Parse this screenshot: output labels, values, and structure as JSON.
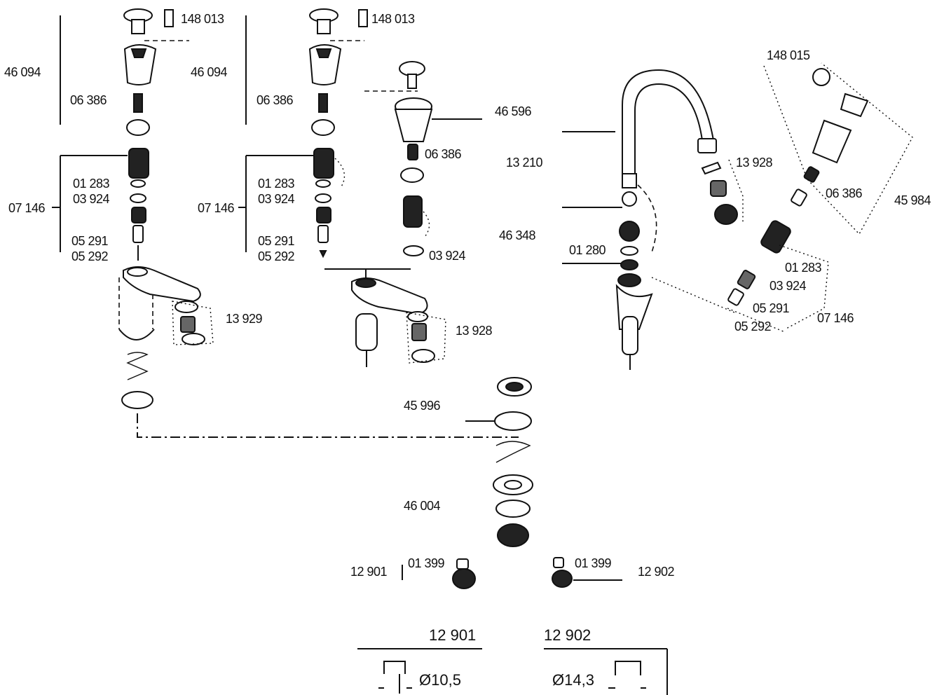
{
  "labels": {
    "l_48013_a": "148 013",
    "l_48013_b": "148 013",
    "l_48015": "148 015",
    "l_46094_a": "46 094",
    "l_46094_b": "46 094",
    "l_06386_a": "06 386",
    "l_06386_b": "06 386",
    "l_06386_c": "06 386",
    "l_06386_d": "06 386",
    "l_01283_a": "01 283",
    "l_01283_b": "01 283",
    "l_01283_c": "01 283",
    "l_03924_a": "03 924",
    "l_03924_b": "03 924",
    "l_03924_c": "03 924",
    "l_03924_d": "03 924",
    "l_07146_a": "07 146",
    "l_07146_b": "07 146",
    "l_07146_c": "07 146",
    "l_05291_a": "05 291",
    "l_05291_b": "05 291",
    "l_05291_c": "05 291",
    "l_05292_a": "05 292",
    "l_05292_b": "05 292",
    "l_05292_c": "05 292",
    "l_13929": "13 929",
    "l_13928_a": "13 928",
    "l_13928_b": "13 928",
    "l_46596": "46 596",
    "l_13210": "13 210",
    "l_46348": "46 348",
    "l_01280": "01 280",
    "l_45984": "45 984",
    "l_45996": "45 996",
    "l_46004": "46 004",
    "l_12901_a": "12 901",
    "l_12902_a": "12 902",
    "l_01399_a": "01 399",
    "l_01399_b": "01 399"
  },
  "table": {
    "col1_header": "12 901",
    "col2_header": "12 902",
    "col1_value": "Ø10,5",
    "col2_value": "Ø14,3"
  }
}
